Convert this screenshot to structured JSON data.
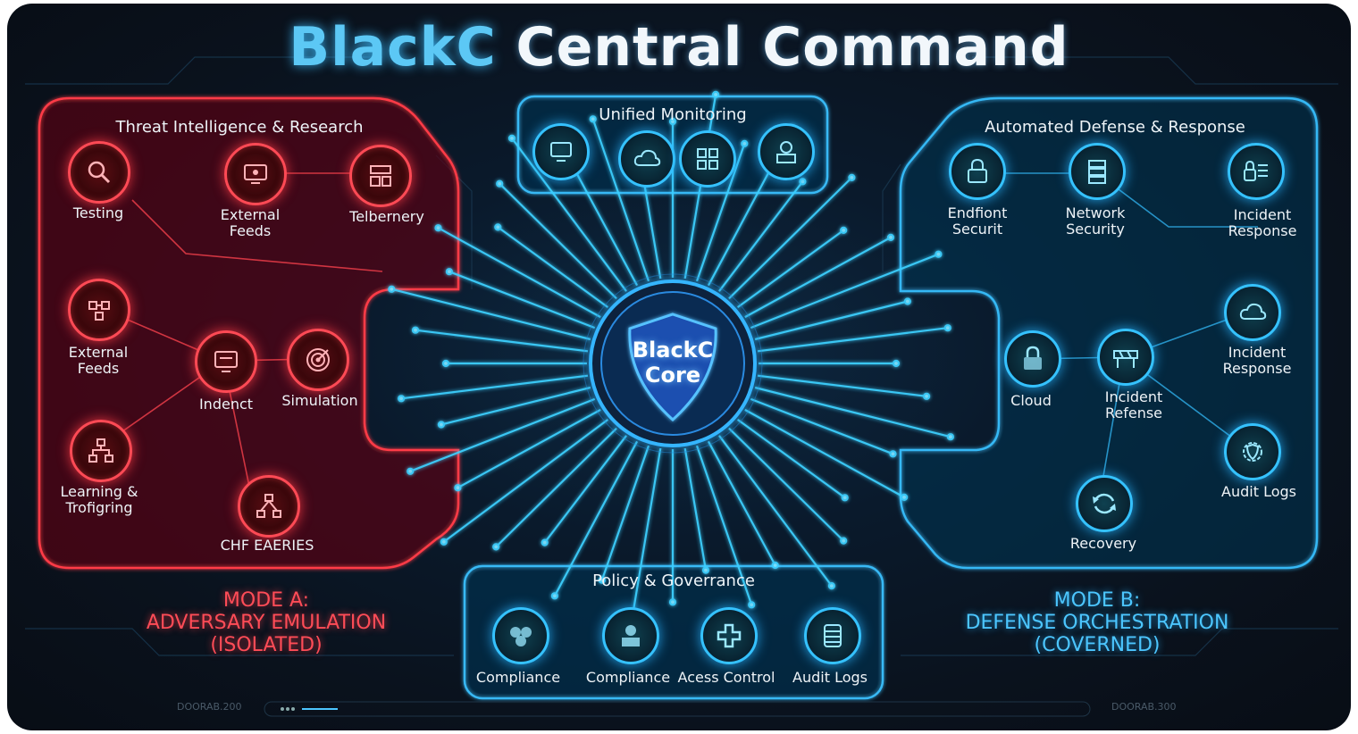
{
  "title": {
    "part1": "BlackC",
    "part2": "Central Command"
  },
  "core": {
    "line1": "BlackC",
    "line2": "Core"
  },
  "panels": {
    "threat": {
      "title": "Threat Intelligence & Research",
      "nodes": [
        {
          "label": "Testing",
          "icon": "magnifier-icon"
        },
        {
          "label": "External\nFeeds",
          "icon": "monitor-icon"
        },
        {
          "label": "Telbernery",
          "icon": "server-icon"
        },
        {
          "label": "External\nFeeds",
          "icon": "network-icon"
        },
        {
          "label": "Indenct",
          "icon": "screen-icon"
        },
        {
          "label": "Simulation",
          "icon": "target-icon"
        },
        {
          "label": "Learning &\nTrofigring",
          "icon": "hierarchy-icon"
        },
        {
          "label": "CHF EAERIES",
          "icon": "flowchart-icon"
        }
      ]
    },
    "monitoring": {
      "title": "Unified Monitoring",
      "nodes": [
        {
          "icon": "desktop-icon"
        },
        {
          "icon": "cloud-icon"
        },
        {
          "icon": "dashboard-icon"
        },
        {
          "icon": "user-icon"
        }
      ]
    },
    "defense": {
      "title": "Automated Defense & Response",
      "nodes": [
        {
          "label": "Endfiont\nSecurit",
          "icon": "lock-icon"
        },
        {
          "label": "Network\nSecurity",
          "icon": "server-rack-icon"
        },
        {
          "label": "Incident\nResponse",
          "icon": "lock-list-icon"
        },
        {
          "label": "Cloud",
          "icon": "padlock-icon"
        },
        {
          "label": "Incident\nRefense",
          "icon": "barrier-icon"
        },
        {
          "label": "Incident\nResponse",
          "icon": "cloud-icon"
        },
        {
          "label": "Audit Logs",
          "icon": "shield-gear-icon"
        },
        {
          "label": "Recovery",
          "icon": "refresh-icon"
        }
      ]
    },
    "policy": {
      "title": "Policy & Goverrance",
      "nodes": [
        {
          "label": "Compliance",
          "icon": "blocks-icon"
        },
        {
          "label": "Compliance",
          "icon": "person-icon"
        },
        {
          "label": "Acess Control",
          "icon": "plus-icon"
        },
        {
          "label": "Audit Logs",
          "icon": "database-icon"
        }
      ]
    }
  },
  "modes": {
    "a": "MODE A:\nADVERSARY EMULATION\n(ISOLATED)",
    "b": "MODE B:\nDEFENSE ORCHESTRATION\n(COVERNED)"
  },
  "footer": {
    "left": "DOORAB.200",
    "right": "DOORAB.300"
  },
  "colors": {
    "red": "#ff4a55",
    "blue": "#35c2ff",
    "background": "#0a1a2c"
  }
}
